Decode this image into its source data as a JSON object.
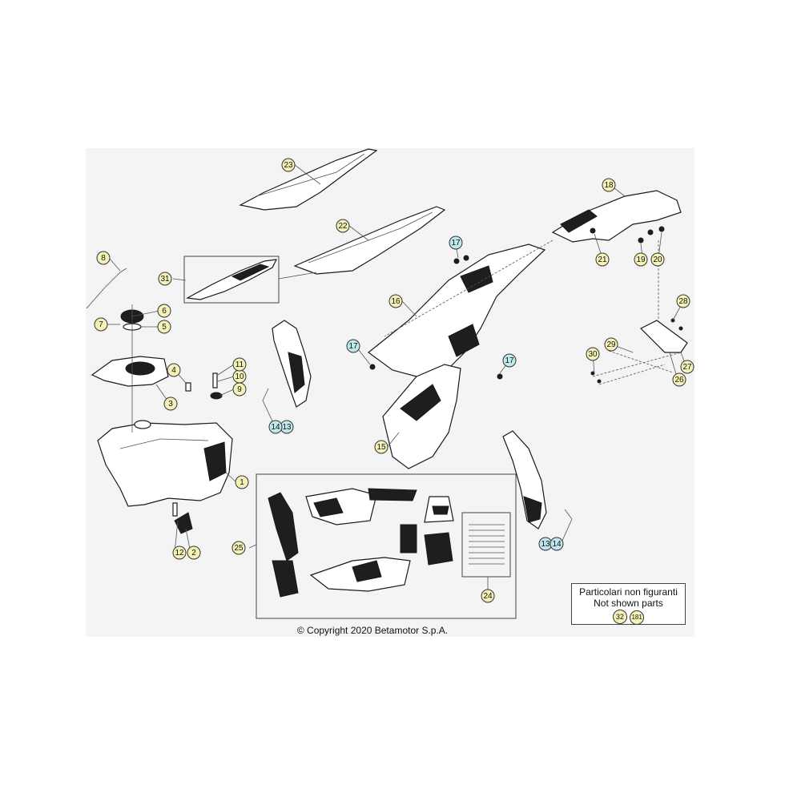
{
  "copyright": "© Copyright 2020 Betamotor S.p.A.",
  "not_shown_box": {
    "line1": "Particolari non figuranti",
    "line2": "Not shown parts",
    "refs": [
      "32",
      "181"
    ]
  },
  "colors": {
    "callout_default": "#f5f2b8",
    "callout_highlight": "#bfe8ef",
    "sheet_background": "#f4f4f4"
  },
  "callouts": [
    {
      "label": "1",
      "style": "default"
    },
    {
      "label": "2",
      "style": "default"
    },
    {
      "label": "3",
      "style": "default"
    },
    {
      "label": "4",
      "style": "default"
    },
    {
      "label": "5",
      "style": "default"
    },
    {
      "label": "6",
      "style": "default"
    },
    {
      "label": "7",
      "style": "default"
    },
    {
      "label": "8",
      "style": "default"
    },
    {
      "label": "9",
      "style": "default"
    },
    {
      "label": "10",
      "style": "default"
    },
    {
      "label": "11",
      "style": "default"
    },
    {
      "label": "12",
      "style": "default"
    },
    {
      "label": "13",
      "style": "highlight"
    },
    {
      "label": "14",
      "style": "highlight"
    },
    {
      "label": "13",
      "style": "highlight"
    },
    {
      "label": "14",
      "style": "highlight"
    },
    {
      "label": "15",
      "style": "default"
    },
    {
      "label": "16",
      "style": "default"
    },
    {
      "label": "17",
      "style": "highlight"
    },
    {
      "label": "17",
      "style": "highlight"
    },
    {
      "label": "17",
      "style": "highlight"
    },
    {
      "label": "18",
      "style": "default"
    },
    {
      "label": "19",
      "style": "default"
    },
    {
      "label": "20",
      "style": "default"
    },
    {
      "label": "21",
      "style": "default"
    },
    {
      "label": "22",
      "style": "default"
    },
    {
      "label": "23",
      "style": "default"
    },
    {
      "label": "24",
      "style": "default"
    },
    {
      "label": "25",
      "style": "default"
    },
    {
      "label": "26",
      "style": "default"
    },
    {
      "label": "27",
      "style": "default"
    },
    {
      "label": "28",
      "style": "default"
    },
    {
      "label": "29",
      "style": "default"
    },
    {
      "label": "30",
      "style": "default"
    },
    {
      "label": "31",
      "style": "default"
    }
  ]
}
